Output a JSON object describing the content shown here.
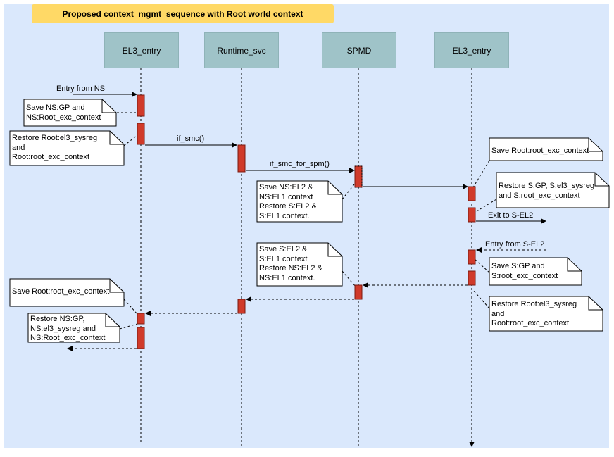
{
  "title": "Proposed context_mgmt_sequence with Root world context",
  "colors": {
    "background_panel": "#dae8fc",
    "title_fill": "#ffd966",
    "actor_fill": "#9fc3c8",
    "activation_fill": "#d03a2a"
  },
  "actors": [
    {
      "label": "EL3_entry"
    },
    {
      "label": "Runtime_svc"
    },
    {
      "label": "SPMD"
    },
    {
      "label": "EL3_entry"
    }
  ],
  "messages": {
    "entry_from_ns": "Entry from NS",
    "if_smc": "if_smc()",
    "if_smc_for_spm": "if_smc_for_spm()",
    "exit_to_sel2": "Exit to S-EL2",
    "entry_from_sel2": "Entry from S-EL2"
  },
  "notes": {
    "save_ns_gp": "Save NS:GP and\nNS:Root_exc_context",
    "restore_root_1": "Restore Root:el3_sysreg\nand\nRoot:root_exc_context",
    "save_ns_el2": "Save NS:EL2 &\nNS:EL1 context\nRestore S:EL2 &\nS:EL1 context.",
    "save_root_right": "Save Root:root_exc_context",
    "restore_s_gp": "Restore S:GP, S:el3_sysreg\nand S:root_exc_context",
    "save_s_el2": "Save S:EL2 &\nS:EL1 context\nRestore NS:EL2 &\nNS:EL1 context.",
    "save_s_gp": "Save S:GP and\nS:root_exc_context",
    "restore_root_2": "Restore Root:el3_sysreg\nand\nRoot:root_exc_context",
    "save_root_left": "Save Root:root_exc_context",
    "restore_ns_gp": "Restore NS:GP,\nNS:el3_sysreg and\nNS:Root_exc_context"
  }
}
